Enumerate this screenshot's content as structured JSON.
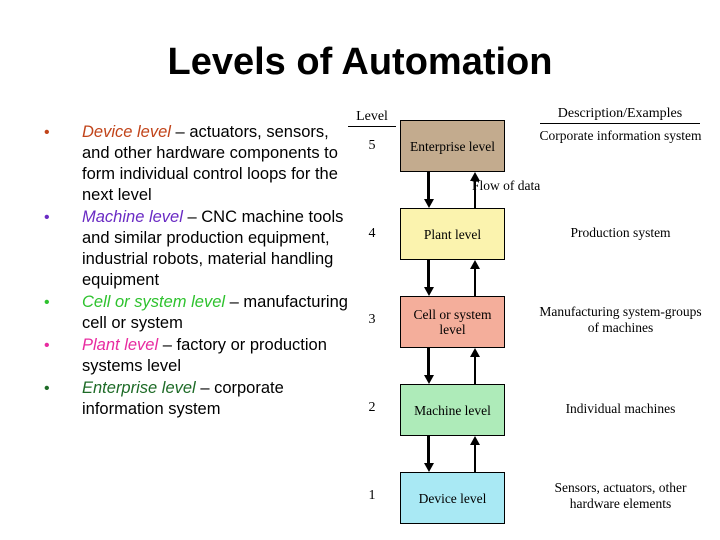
{
  "slide": {
    "title": "Levels of Automation",
    "background": "#ffffff"
  },
  "bullets": [
    {
      "mark": "•",
      "lead": "Device level",
      "lead_color": "#C1441A",
      "rest": " – actuators, sensors, and other hardware components to form individual control loops for the next level"
    },
    {
      "mark": "•",
      "lead": "Machine level",
      "lead_color": "#6A2BC4",
      "rest": " – CNC machine tools and similar production equipment, industrial robots, material handling equipment"
    },
    {
      "mark": "•",
      "lead": "Cell or system level",
      "lead_color": "#2EC22E",
      "rest": " – manufacturing cell or system"
    },
    {
      "mark": "•",
      "lead": "Plant level",
      "lead_color": "#E82BA0",
      "rest": " – factory or production systems level"
    },
    {
      "mark": "•",
      "lead": "Enterprise level",
      "lead_color": "#1E6B27",
      "rest": " – corporate information system"
    }
  ],
  "diagram": {
    "level_header": "Level",
    "description_header": "Description/Examples",
    "flow_label": "Flow of data",
    "rows": [
      {
        "number": "5",
        "box_label": "Enterprise level",
        "box_color": "#C3AB8E",
        "description": "Corporate information system"
      },
      {
        "number": "4",
        "box_label": "Plant level",
        "box_color": "#FBF3AE",
        "description": "Production system"
      },
      {
        "number": "3",
        "box_label": "Cell or system level",
        "box_color": "#F4AE9B",
        "description": "Manufacturing system-groups of machines"
      },
      {
        "number": "2",
        "box_label": "Machine level",
        "box_color": "#AEEBB9",
        "description": "Individual machines"
      },
      {
        "number": "1",
        "box_label": "Device level",
        "box_color": "#A9E9F4",
        "description": "Sensors, actuators, other hardware elements"
      }
    ]
  }
}
